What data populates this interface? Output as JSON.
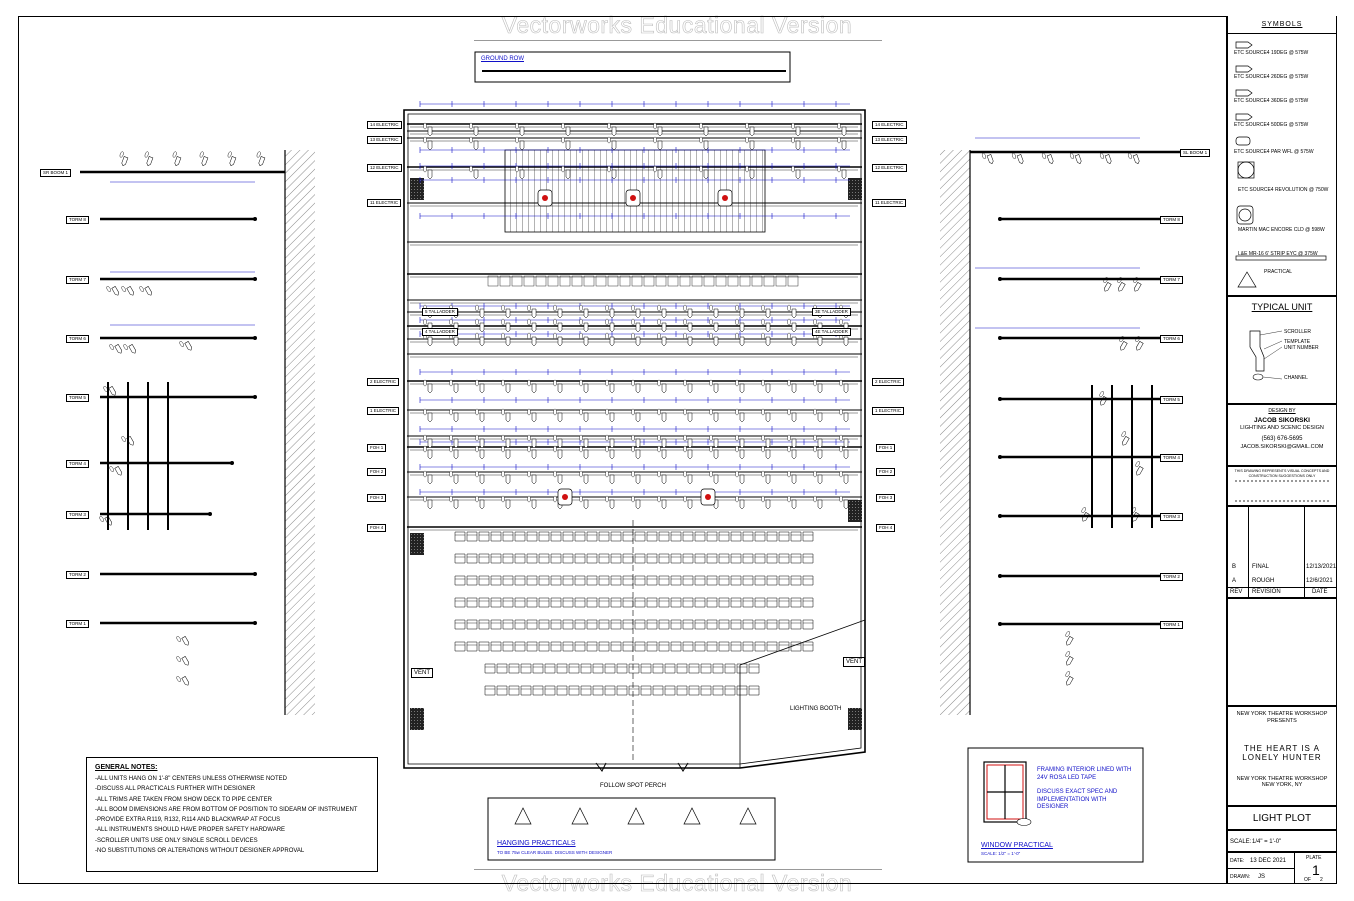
{
  "watermark": "Vectorworks Educational Version",
  "ground_row": "GROUND ROW",
  "stage_labels": {
    "electrics_left": [
      "14 ELECTRIC",
      "13 ELECTRIC",
      "12 ELECTRIC",
      "11 ELECTRIC"
    ],
    "electrics_right": [
      "14 ELECTRIC",
      "13 ELECTRIC",
      "12 ELECTRIC",
      "11 ELECTRIC"
    ],
    "ladder_left": [
      "5 TALLADDER",
      "4 TALLADDER"
    ],
    "ladder_right": [
      "3E TALLADDER",
      "4E TALLADDER"
    ],
    "low_electrics": [
      "2 ELECTRIC",
      "1 ELECTRIC"
    ],
    "foh": [
      "FOH 1",
      "FOH 2",
      "FOH 3",
      "FOH 4"
    ],
    "sr_boom": "SR BOOM 1",
    "sl_boom": "SL BOOM 1",
    "torms_left": [
      "TORM 8",
      "TORM 7",
      "TORM 6",
      "TORM 5",
      "TORM 4",
      "TORM 3",
      "TORM 2",
      "TORM 1"
    ],
    "torms_right": [
      "TORM 8",
      "TORM 7",
      "TORM 6",
      "TORM 5",
      "TORM 4",
      "TORM 3",
      "TORM 2",
      "TORM 1"
    ],
    "vent": "VENT",
    "lighting_booth": "LIGHTING BOOTH",
    "follow_spot": "FOLLOW SPOT PERCH"
  },
  "general_notes": {
    "title": "GENERAL NOTES:",
    "lines": [
      "-ALL UNITS HANG ON 1'-8\" CENTERS UNLESS OTHERWISE NOTED",
      "-DISCUSS ALL PRACTICALS FURTHER WITH DESIGNER",
      "-ALL TRIMS ARE TAKEN FROM SHOW DECK TO PIPE CENTER",
      "-ALL BOOM DIMENSIONS ARE FROM BOTTOM OF POSITION TO SIDEARM OF INSTRUMENT",
      "-PROVIDE EXTRA R119, R132, R114 AND BLACKWRAP AT FOCUS",
      "-ALL INSTRUMENTS SHOULD HAVE PROPER SAFETY HARDWARE",
      "-SCROLLER UNITS USE ONLY SINGLE SCROLL DEVICES",
      "-NO SUBSTITUTIONS OR ALTERATIONS WITHOUT DESIGNER APPROVAL"
    ]
  },
  "hanging_practicals": {
    "title": "HANGING PRACTICALS",
    "sub": "TO BE 75w CLEAR BULBS. DISCUSS WITH DESIGNER"
  },
  "window_practical": {
    "notes": [
      "FRAMING INTERIOR LINED WITH",
      "24V ROSA LED TAPE",
      "",
      "DISCUSS EXACT SPEC AND",
      "IMPLEMENTATION WITH",
      "DESIGNER"
    ],
    "title": "WINDOW PRACTICAL",
    "sub": "SCALE: 1/2\" = 1'-0\""
  },
  "symbols": {
    "title": "SYMBOLS",
    "items": [
      "ETC SOURCE4 19DEG @ 575W",
      "ETC SOURCE4 26DEG @ 575W",
      "ETC SOURCE4 36DEG @ 575W",
      "ETC SOURCE4 50DEG @ 575W",
      "ETC SOURCE4 PAR WFL @ 575W",
      "ETC SOURCE4 REVOLUTION @ 750W",
      "MARTIN MAC ENCORE CLD @ 598W",
      "L&E MR-16 6' STRIP EYC @ 375W",
      "PRACTICAL"
    ]
  },
  "typical_unit": {
    "title": "TYPICAL UNIT",
    "labels": [
      "SCROLLER",
      "TEMPLATE",
      "UNIT NUMBER",
      "CHANNEL"
    ]
  },
  "designer": {
    "heading": "DESIGN BY",
    "name": "JACOB SIKORSKI",
    "role": "LIGHTING AND SCENIC DESIGN",
    "phone": "(563) 676-5695",
    "email": "JACOB.SIKORSKI@GMAIL.COM"
  },
  "disclaimer": "THIS DRAWING REPRESENTS VISUAL CONCEPTS AND CONSTRUCTION SUGGESTIONS ONLY",
  "revisions": {
    "rows": [
      {
        "rev": "B",
        "revision": "FINAL",
        "date": "12/13/2021"
      },
      {
        "rev": "A",
        "revision": "ROUGH",
        "date": "12/6/2021"
      }
    ],
    "headers": {
      "rev": "REV",
      "revision": "REVISION",
      "date": "DATE"
    }
  },
  "production": {
    "company": "NEW YORK THEATRE WORKSHOP",
    "presents": "PRESENTS",
    "title_line1": "THE HEART IS A",
    "title_line2": "LONELY HUNTER",
    "venue_line1": "NEW YORK THEATRE WORKSHOP",
    "venue_line2": "NEW YORK, NY"
  },
  "sheet": {
    "title": "LIGHT PLOT",
    "scale_label": "SCALE:",
    "scale": "1/4\" = 1'-0\"",
    "plate_label": "PLATE",
    "plate": "1",
    "of_label": "OF",
    "of": "2",
    "date_label": "DATE:",
    "date": "13 DEC 2021",
    "drawn_label": "DRAWN:",
    "drawn": "JS"
  },
  "colors": {
    "ink": "#000000",
    "dimension": "#1010c8",
    "instrument": "#ffffff",
    "wall_hatch": "#8a8a8a",
    "practical_red": "#d01010"
  }
}
